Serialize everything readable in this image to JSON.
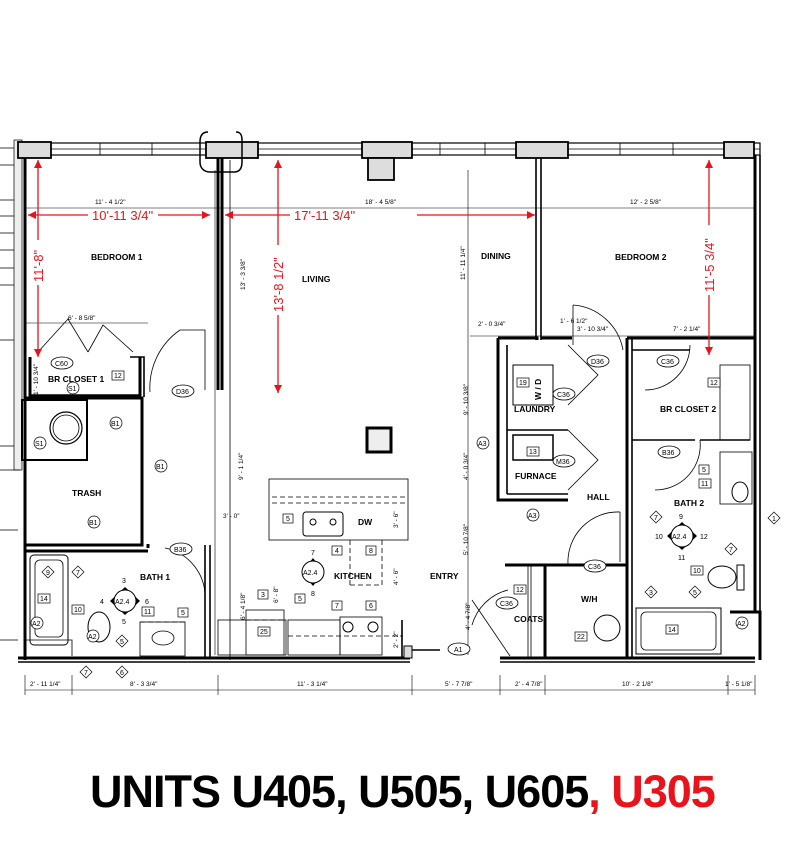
{
  "title": {
    "main": "UNITS U405, U505, U605",
    "highlight": ", U305",
    "highlight_color": "#e8141b"
  },
  "rooms": {
    "bedroom1": "BEDROOM 1",
    "living": "LIVING",
    "dining": "DINING",
    "bedroom2": "BEDROOM 2",
    "br_closet1": "BR CLOSET 1",
    "trash": "TRASH",
    "bath1": "BATH 1",
    "kitchen": "KITCHEN",
    "laundry": "LAUNDRY",
    "furnace": "FURNACE",
    "hall": "HALL",
    "br_closet2": "BR CLOSET 2",
    "bath2": "BATH 2",
    "entry": "ENTRY",
    "coats": "COATS",
    "wh": "W/H",
    "dw": "DW",
    "wd": "W / D"
  },
  "red_dimensions": {
    "bedroom1_width": "10'-11 3/4\"",
    "living_width": "17'-11 3/4\"",
    "bedroom1_depth": "11'-8\"",
    "living_depth": "13'-8 1/2\"",
    "bedroom2_depth": "11'-5 3/4\""
  },
  "dimensions": {
    "d1": "11' - 4 1/2\"",
    "d2": "18' - 4 5/8\"",
    "d3": "12' - 2 5/8\"",
    "d4": "13' - 3 3/8\"",
    "d5": "11' - 11 1/4\"",
    "d6": "6' - 8 5/8\"",
    "d7": "2' - 0 3/4\"",
    "d8": "1' - 6 1/2\"",
    "d9": "3' - 10 3/4\"",
    "d10": "7' - 2 1/4\"",
    "d11": "1' - 10 3/4\"",
    "d12": "9' - 1 1/4\"",
    "d13": "3' - 0\"",
    "d14": "3' - 6\"",
    "d15": "4' - 6\"",
    "d16": "6' - 4 1/8\"",
    "d17": "6' - 8\"",
    "d18": "2' - 2\"",
    "d19": "9' - 10 3/8\"",
    "d20": "4' - 0 3/4\"",
    "d21": "5' - 10 7/8\"",
    "d22": "4' - 4 7/8\"",
    "b1": "2' - 11 1/4\"",
    "b2": "8' - 3 3/4\"",
    "b3": "11' - 3 1/4\"",
    "b4": "5' - 7 7/8\"",
    "b5": "2' - 4 7/8\"",
    "b6": "10' - 2 1/8\"",
    "b7": "1' - 5 1/8\""
  },
  "door_tags": {
    "c60": "C60",
    "d36_bed1": "D36",
    "b36_bath1": "B36",
    "d36_bed2": "D36",
    "c36_laundry": "C36",
    "c36_closet2": "C36",
    "m36": "M36",
    "b36_bath2": "B36",
    "c36_wh": "C36",
    "c36_coats": "C36",
    "a1": "A1"
  },
  "wall_tags": {
    "s1a": "S1",
    "s1b": "S1",
    "b1a": "B1",
    "b1b": "B1",
    "b1c": "B1",
    "a3a": "A3",
    "a3b": "A3",
    "a2a": "A2",
    "a2b": "A2",
    "a2c": "A2"
  },
  "keynotes": {
    "k12a": "12",
    "k14a": "14",
    "k10a": "10",
    "k11a": "11",
    "k5a": "5",
    "k5b": "5",
    "k4": "4",
    "k8": "8",
    "k3": "3",
    "k25": "25",
    "k5c": "5",
    "k7": "7",
    "k6": "6",
    "k19": "19",
    "k13": "13",
    "k12b": "12",
    "k12c": "12",
    "k22": "22",
    "k5d": "5",
    "k11b": "11",
    "k10b": "10",
    "k14b": "14"
  },
  "diamond_tags": {
    "t9a": "9",
    "t7a": "7",
    "t7b": "7",
    "t5": "5",
    "t6": "6",
    "t7c": "7",
    "t7d": "7",
    "t3": "3",
    "t5b": "5",
    "t1": "1"
  },
  "elevation_markers": {
    "bath1": {
      "label": "A2.4",
      "n": "3",
      "w": "4",
      "e": "6",
      "s": "5"
    },
    "kitchen": {
      "label": "A2.4",
      "n": "7",
      "s": "8"
    },
    "bath2": {
      "label": "A2.4",
      "n": "9",
      "w": "10",
      "e": "12",
      "s": "11"
    }
  }
}
